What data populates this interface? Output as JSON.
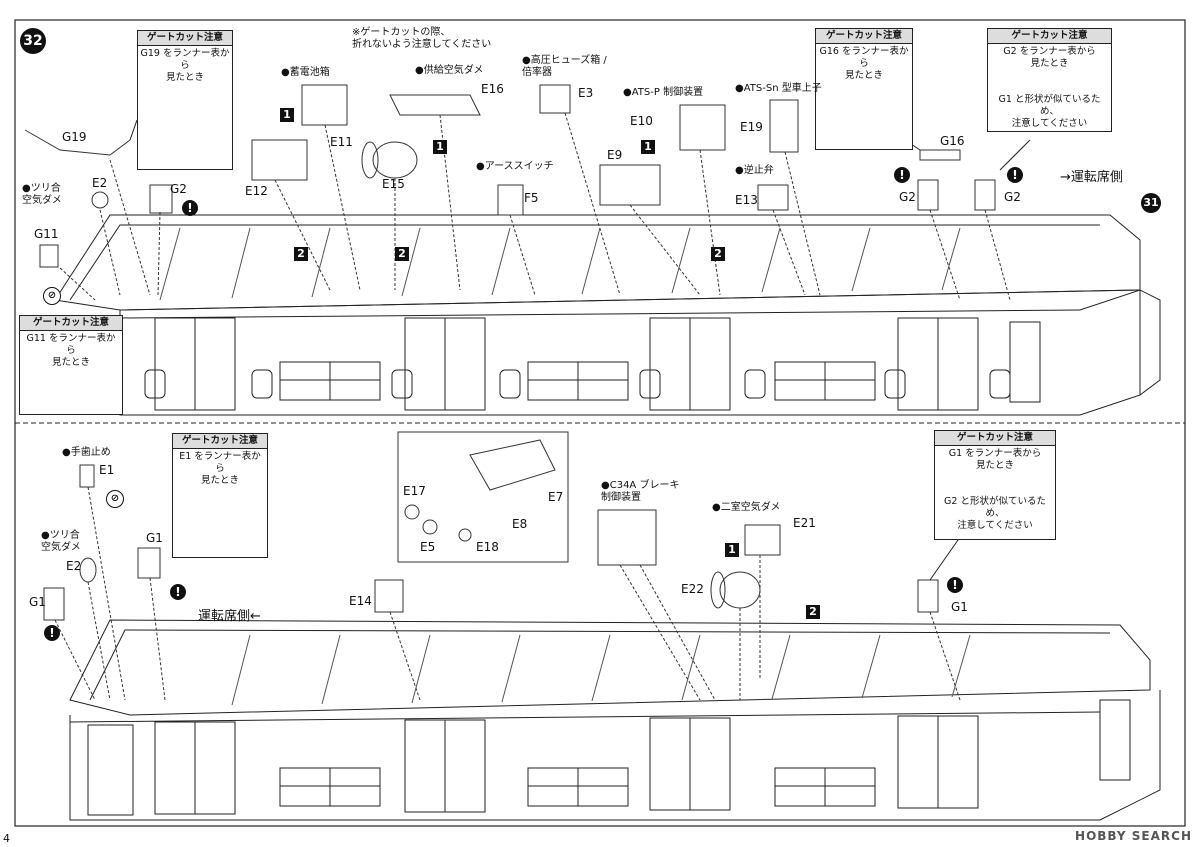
{
  "step_number": "32",
  "next_step_ref": "31",
  "page_number": "4",
  "watermark": "HOBBY SEARCH",
  "top": {
    "direction_label": "→運転席側",
    "top_caution": "※ゲートカットの際、\n折れないよう注意してください",
    "sub_step_1": "1",
    "sub_step_2": "2",
    "callouts": {
      "battery": "●蓄電池箱",
      "supply_air": "●供給空気ダメ",
      "hv_fuse": "●高圧ヒューズ箱 /\n倍率器",
      "atsp": "●ATS-P 制御装置",
      "atssn": "●ATS-Sn 型車上子",
      "earth_switch": "●アーススイッチ",
      "check_valve": "●逆止弁",
      "hanging_tank": "●ツリ合\n空気ダメ"
    },
    "parts": {
      "g19": "G19",
      "e2": "E2",
      "g2a": "G2",
      "g11": "G11",
      "e11": "E11",
      "e12": "E12",
      "e15": "E15",
      "e16": "E16",
      "e3": "E3",
      "f5": "F5",
      "e10": "E10",
      "e9": "E9",
      "e19": "E19",
      "e13": "E13",
      "g16": "G16",
      "g2b": "G2",
      "g2c": "G2"
    },
    "notes": {
      "g19": {
        "title": "ゲートカット注意",
        "body": "G19 をランナー表から\n見たとき"
      },
      "g16": {
        "title": "ゲートカット注意",
        "body": "G16 をランナー表から\n見たとき"
      },
      "g2": {
        "title": "ゲートカット注意",
        "body": "G2 をランナー表から\n見たとき",
        "extra": "G1 と形状が似ているため、\n注意してください"
      },
      "g11": {
        "title": "ゲートカット注意",
        "body": "G11 をランナー表から\n見たとき"
      }
    }
  },
  "bottom": {
    "direction_label": "運転席側←",
    "sub_step_1": "1",
    "sub_step_2": "2",
    "callouts": {
      "handbrake": "●手歯止め",
      "hanging_tank": "●ツリ合\n空気ダメ",
      "c34a": "●C34A ブレーキ\n制御装置",
      "twin_tank": "●二室空気ダメ"
    },
    "parts": {
      "e1": "E1",
      "e2": "E2",
      "g1a": "G1",
      "g1b": "G1",
      "e14": "E14",
      "e17": "E17",
      "e5": "E5",
      "e18": "E18",
      "e8": "E8",
      "e7": "E7",
      "e21": "E21",
      "e22": "E22",
      "g1c": "G1"
    },
    "notes": {
      "e1": {
        "title": "ゲートカット注意",
        "body": "E1 をランナー表から\n見たとき"
      },
      "g1": {
        "title": "ゲートカット注意",
        "body": "G1 をランナー表から\n見たとき",
        "extra": "G2 と形状が似ているため、\n注意してください"
      }
    }
  }
}
